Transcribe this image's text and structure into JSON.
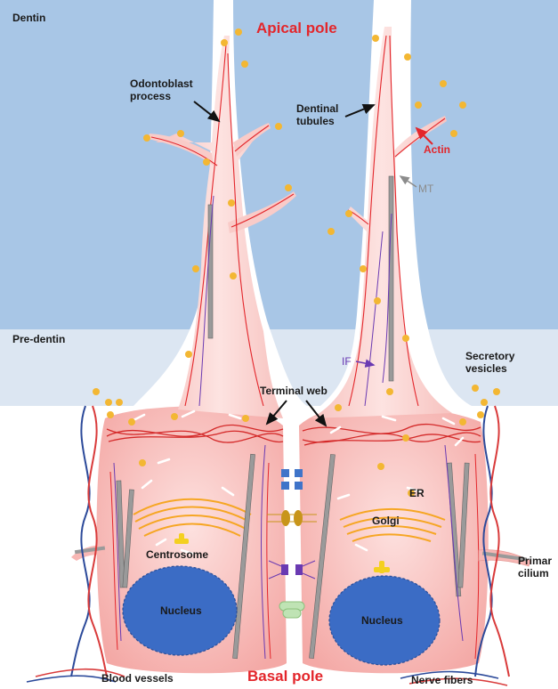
{
  "labels": {
    "dentin": "Dentin",
    "apical_pole": "Apical pole",
    "odontoblast_process": "Odontoblast\nprocess",
    "dentinal_tubules": "Dentinal\ntubules",
    "actin": "Actin",
    "mt": "MT",
    "pre_dentin": "Pre-dentin",
    "if": "IF",
    "secretory_vesicles": "Secretory\nvesicles",
    "terminal_web": "Terminal web",
    "er": "ER",
    "golgi": "Golgi",
    "centrosome": "Centrosome",
    "nucleus_left": "Nucleus",
    "nucleus_right": "Nucleus",
    "primary_cilium": "Primar\ncilium",
    "blood_vessels": "Blood vessels",
    "basal_pole": "Basal pole",
    "nerve_fibers": "Nerve fibers"
  },
  "colors": {
    "dentin": "#a8c6e6",
    "pre_dentin": "#dce6f2",
    "cell": "#f7b7b4",
    "nucleus": "#3b6cc5",
    "vesicle": "#f3b733",
    "actin": "#e3262b",
    "microtubule": "#8c8c8c",
    "intermediate_filament": "#6a3ab2",
    "golgi": "#f6a623",
    "blood_vessel_red": "#d93b3b",
    "blood_vessel_blue": "#2c4a9a"
  }
}
